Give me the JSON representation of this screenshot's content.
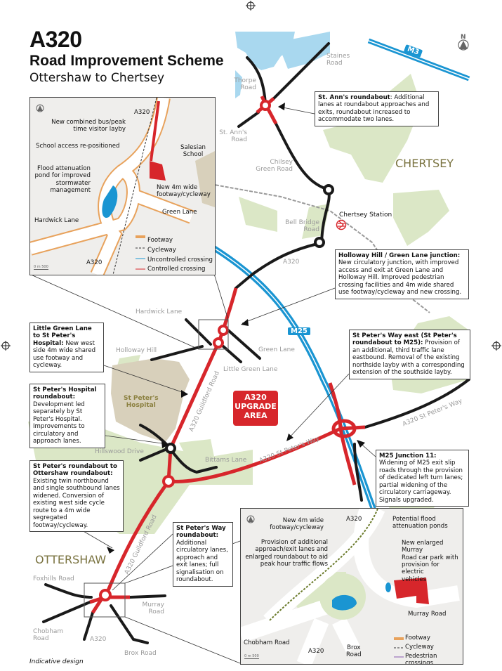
{
  "title": {
    "road": "A320",
    "scheme": "Road Improvement Scheme",
    "section": "Ottershaw to Chertsey"
  },
  "colors": {
    "improved_road": "#d7262b",
    "existing_road": "#1a1a1a",
    "motorway": "#1a95d2",
    "water": "#a9d8ef",
    "green_space": "#dbe7c6",
    "built_area": "#d8d0bb",
    "footway": "#e8a25c",
    "inset_bg": "#efeeec"
  },
  "icons": {
    "north": "north-arrow-icon",
    "station": "national-rail-icon",
    "registration": "registration-mark-icon"
  },
  "motorways": {
    "m3": "M3",
    "m25": "M25"
  },
  "towns": {
    "chertsey": "CHERTSEY",
    "ottershaw": "OTTERSHAW",
    "hospital": "St Peter's\nHospital"
  },
  "upgrade_area": "A320\nUPGRADE\nAREA",
  "roads": {
    "staines": "Staines\nRoad",
    "thorpe": "Thorpe\nRoad",
    "st_anns": "St. Ann's\nRoad",
    "chilsey": "Chilsey\nGreen Road",
    "bell_bridge": "Bell Bridge\nRoad",
    "a320_north": "A320",
    "station": "Chertsey Station",
    "hardwick": "Hardwick Lane",
    "holloway": "Holloway Hill",
    "green_lane": "Green Lane",
    "little_green": "Little Green Lane",
    "hillswood": "Hillswood Drive",
    "bittams": "Bittams Lane",
    "st_peters_way_w": "A320 St Peter's Way",
    "st_peters_way_e": "A320 St Peter's Way",
    "guildford_n": "A320 Guildford Road",
    "guildford_s": "A320 Guildford Road",
    "foxhills": "Foxhills Road",
    "murray": "Murray\nRoad",
    "chobham": "Chobham\nRoad",
    "a320_south": "A320",
    "brox": "Brox Road"
  },
  "callouts": [
    {
      "heading": "St. Ann's roundabout",
      "body": ": Additional lanes at roundabout approaches and exits, roundabout increased to accommodate two lanes."
    },
    {
      "heading": "Holloway Hill / Green Lane junction:",
      "body": " New circulatory junction, with improved access and exit at Green Lane and Holloway Hill. Improved pedestrian crossing facilities and 4m wide shared use footway/cycleway and new crossing."
    },
    {
      "heading": "Little Green Lane to St Peter's Hospital:",
      "body": " New west side 4m wide shared use footway and cycleway."
    },
    {
      "heading": "St Peter's Way east (St Peter's roundabout to M25):",
      "body": " Provision of an additional, third traffic lane eastbound. Removal of the existing northside layby with a corresponding extension of the southside layby."
    },
    {
      "heading": "St Peter's Hospital roundabout:",
      "body": " Development led separately by St Peter's Hospital. Improvements to circulatory and approach lanes."
    },
    {
      "heading": "M25 Junction 11:",
      "body": " Widening of M25 exit slip roads through the provision of dedicated left turn lanes; partial widening of the circulatory carriageway. Signals upgraded."
    },
    {
      "heading": "St Peter's roundabout to Ottershaw roundabout:",
      "body": " Existing twin northbound and single southbound lanes widened. Conversion of existing west side cycle route to a 4m wide segregated footway/cycleway."
    },
    {
      "heading": "St Peter's Way roundabout:",
      "body": " Additional circulatory lanes, approach and exit lanes; full signalisation on roundabout."
    }
  ],
  "inset_north": {
    "a320_top": "A320",
    "a320_bottom": "A320",
    "hardwick": "Hardwick Lane",
    "green_lane": "Green Lane",
    "school": "Salesian\nSchool",
    "notes": [
      "New combined bus/peak\ntime visitor layby",
      "School access re-positioned",
      "Flood attenuation\npond for improved\nstormwater\nmanagement",
      "New 4m wide\nfootway/cycleway"
    ],
    "legend": [
      "Footway",
      "Cycleway",
      "Uncontrolled crossing",
      "Controlled crossing"
    ],
    "scale": "0      m    500"
  },
  "inset_south": {
    "a320_top": "A320",
    "a320_bottom": "A320",
    "chobham": "Chobham Road",
    "brox": "Brox\nRoad",
    "murray": "Murray Road",
    "notes": [
      "New 4m wide\nfootway/cycleway",
      "Provision of additional\napproach/exit lanes and\nenlarged roundabout to aid\npeak hour traffic flows",
      "Potential flood\nattenuation ponds",
      "New enlarged Murray\nRoad car park with\nprovision for electric\nvehicles"
    ],
    "legend": [
      "Footway",
      "Cycleway",
      "Pedestrian crossings"
    ],
    "scale": "0      m    500"
  },
  "footer": "Indicative design"
}
